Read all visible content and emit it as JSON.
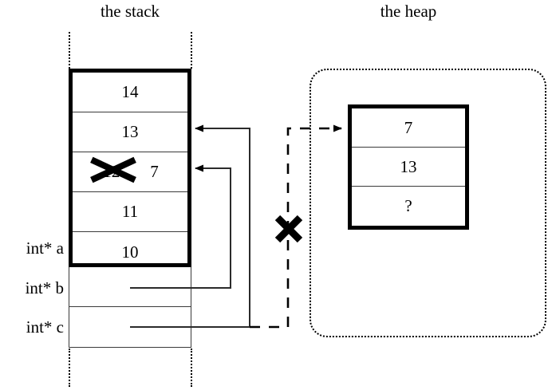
{
  "diagram": {
    "stack": {
      "title": "the stack",
      "cells": [
        {
          "value": "14",
          "struck": false
        },
        {
          "value": "13",
          "struck": false
        },
        {
          "value": "12",
          "struck": true,
          "new_value": "7"
        },
        {
          "value": "11",
          "struck": false
        },
        {
          "value": "10",
          "struck": false
        }
      ],
      "variables": [
        {
          "label": "int* a"
        },
        {
          "label": "int* b"
        },
        {
          "label": "int* c"
        }
      ]
    },
    "heap": {
      "title": "the heap",
      "cells": [
        {
          "value": "7"
        },
        {
          "value": "13"
        },
        {
          "value": "?"
        }
      ]
    },
    "pointers": [
      {
        "name": "b-to-stack-cell-7",
        "from": "int* b",
        "to_row": "12/7",
        "style": "solid"
      },
      {
        "name": "c-to-stack-cell-13",
        "from": "int* c",
        "to_row": "13",
        "style": "solid"
      },
      {
        "name": "c-to-heap-block",
        "from": "int* c",
        "to_row": "heap-7",
        "style": "dashed",
        "invalidated": true
      }
    ],
    "marks": [
      {
        "name": "struck-stack-value",
        "symbol": "X"
      },
      {
        "name": "struck-heap-pointer",
        "symbol": "X"
      }
    ],
    "colors": {
      "ink": "#000000",
      "thin_rule": "#3a3a3a",
      "background": "#ffffff"
    }
  }
}
